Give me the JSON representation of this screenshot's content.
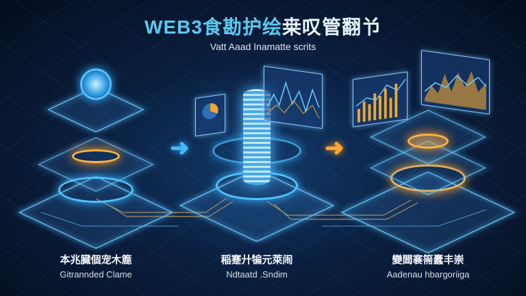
{
  "header": {
    "title_prefix": "WEB3",
    "title_cjk_blue": "食勘护绘",
    "title_cjk_white": "桒叹管翻兯",
    "subtitle": "Vatt Aaad Inamatte scrits"
  },
  "stages": [
    {
      "zh": "本兆臓個宠木簏",
      "en": "Gitrannded Clame"
    },
    {
      "zh": "稲蹇廾犏元萊闹",
      "en": "Ndtaatd .Sndim"
    },
    {
      "zh": "變閸褰篅蠹丰崇",
      "en": "Aadenau hbargoriiga"
    }
  ],
  "colors": {
    "accent_blue": "#4fc3ff",
    "accent_orange": "#ffa530",
    "background": "#07142a"
  }
}
